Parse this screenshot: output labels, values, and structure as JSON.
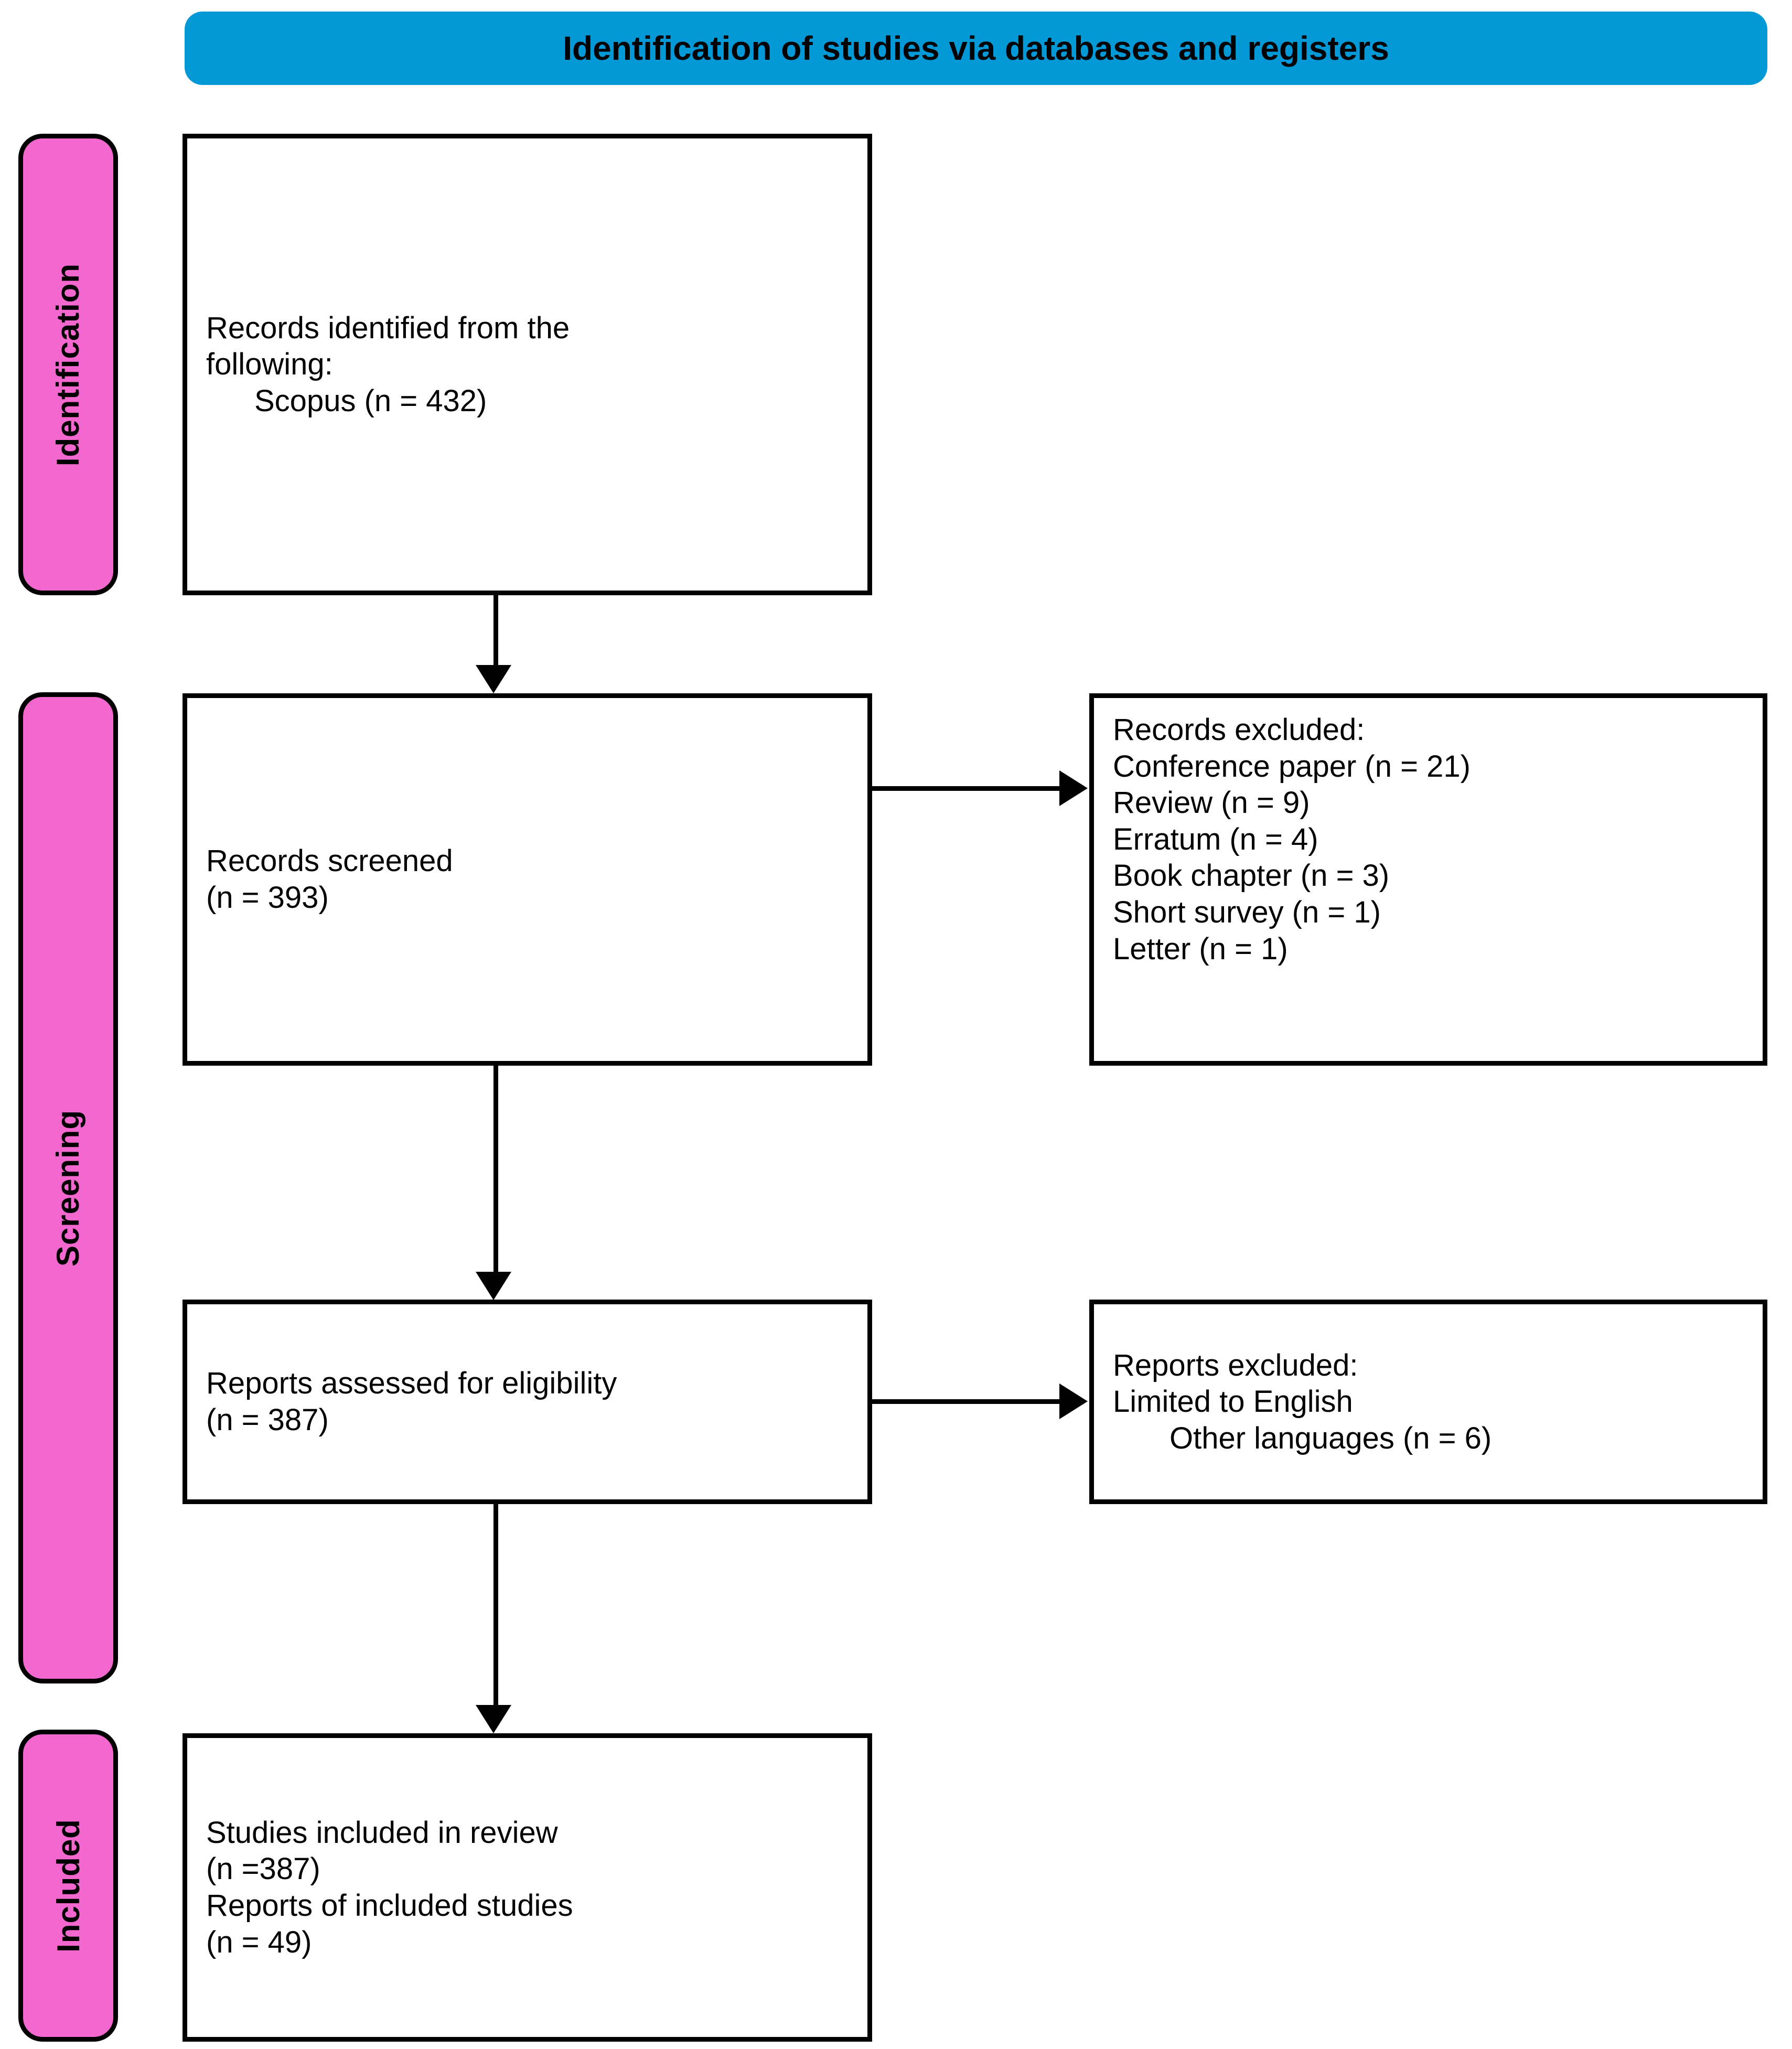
{
  "diagram": {
    "type": "prisma-flow-diagram",
    "header": {
      "title": "Identification of studies via databases and registers",
      "color": "#0399d6"
    },
    "stage_label_color": "#f268ce",
    "stages": [
      {
        "id": "identification",
        "label": "Identification"
      },
      {
        "id": "screening",
        "label": "Screening"
      },
      {
        "id": "included",
        "label": "Included"
      }
    ],
    "boxes": {
      "records_identified": {
        "lines": [
          "Records identified from the",
          "following:",
          "Scopus (n = 432)"
        ]
      },
      "records_screened": {
        "lines": [
          "Records screened",
          "(n = 393)"
        ]
      },
      "records_excluded": {
        "lines": [
          "Records excluded:",
          "Conference paper (n = 21)",
          "Review (n = 9)",
          "Erratum (n = 4)",
          "Book chapter (n = 3)",
          "Short survey (n = 1)",
          "Letter (n = 1)"
        ]
      },
      "reports_eligibility": {
        "lines": [
          "Reports assessed for eligibility",
          "(n = 387)"
        ]
      },
      "reports_excluded": {
        "lines": [
          "Reports excluded:",
          "Limited to English",
          "Other languages (n = 6)"
        ]
      },
      "studies_included": {
        "lines": [
          "Studies included in review",
          "(n =387)",
          "Reports of included studies",
          "(n = 49)"
        ]
      }
    },
    "counts": {
      "scopus_identified": 432,
      "records_screened": 393,
      "excluded_conference_paper": 21,
      "excluded_review": 9,
      "excluded_erratum": 4,
      "excluded_book_chapter": 3,
      "excluded_short_survey": 1,
      "excluded_letter": 1,
      "reports_assessed": 387,
      "excluded_other_languages": 6,
      "studies_included": 387,
      "reports_of_included_studies": 49
    }
  }
}
